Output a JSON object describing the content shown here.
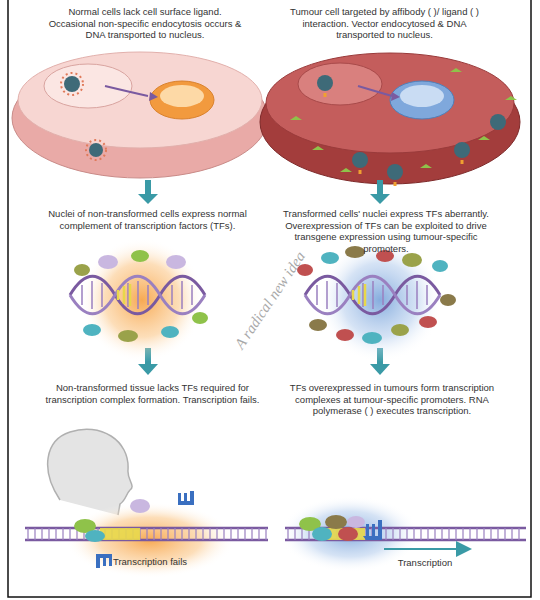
{
  "diagram": {
    "labels": [
      "Normal cells lack cell surface ligand. Occasional non-specific endocytosis occurs & DNA transported to nucleus.",
      "Tumour cell targeted by affibody ( )/ ligand ( ) interaction. Vector endocytosed & DNA transported to nucleus.",
      "Nuclei of non-transformed cells express normal complement of transcription factors (TFs).",
      "Transformed cells' nuclei express TFs aberrantly. Overexpression of TFs can be exploited to drive transgene expression using tumour-specific promoters.",
      "Non-transformed tissue lacks TFs required for transcription complex formation. Transcription fails.",
      "TFs overexpressed in tumours form transcription complexes at tumour-specific promoters. RNA polymerase ( ) executes transcription.",
      "Transcription fails",
      "Transcription",
      "A radical new idea"
    ]
  }
}
